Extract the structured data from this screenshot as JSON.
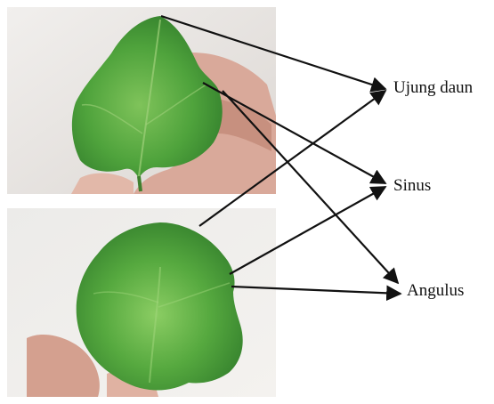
{
  "labels": {
    "tip": "Ujung daun",
    "sinus": "Sinus",
    "angle": "Angulus"
  },
  "colors": {
    "background": "#ffffff",
    "arrow": "#111111",
    "leaf_light": "#7fc35a",
    "leaf_mid": "#4fa33c",
    "leaf_dark": "#2f7a2a",
    "photo_bg_top": "#e9e6e3",
    "photo_bg_bottom": "#efece9",
    "skin": "#d9a99a",
    "skin_shadow": "#b7857a"
  },
  "icons": {
    "arrowhead": "triangle-arrowhead-icon"
  }
}
